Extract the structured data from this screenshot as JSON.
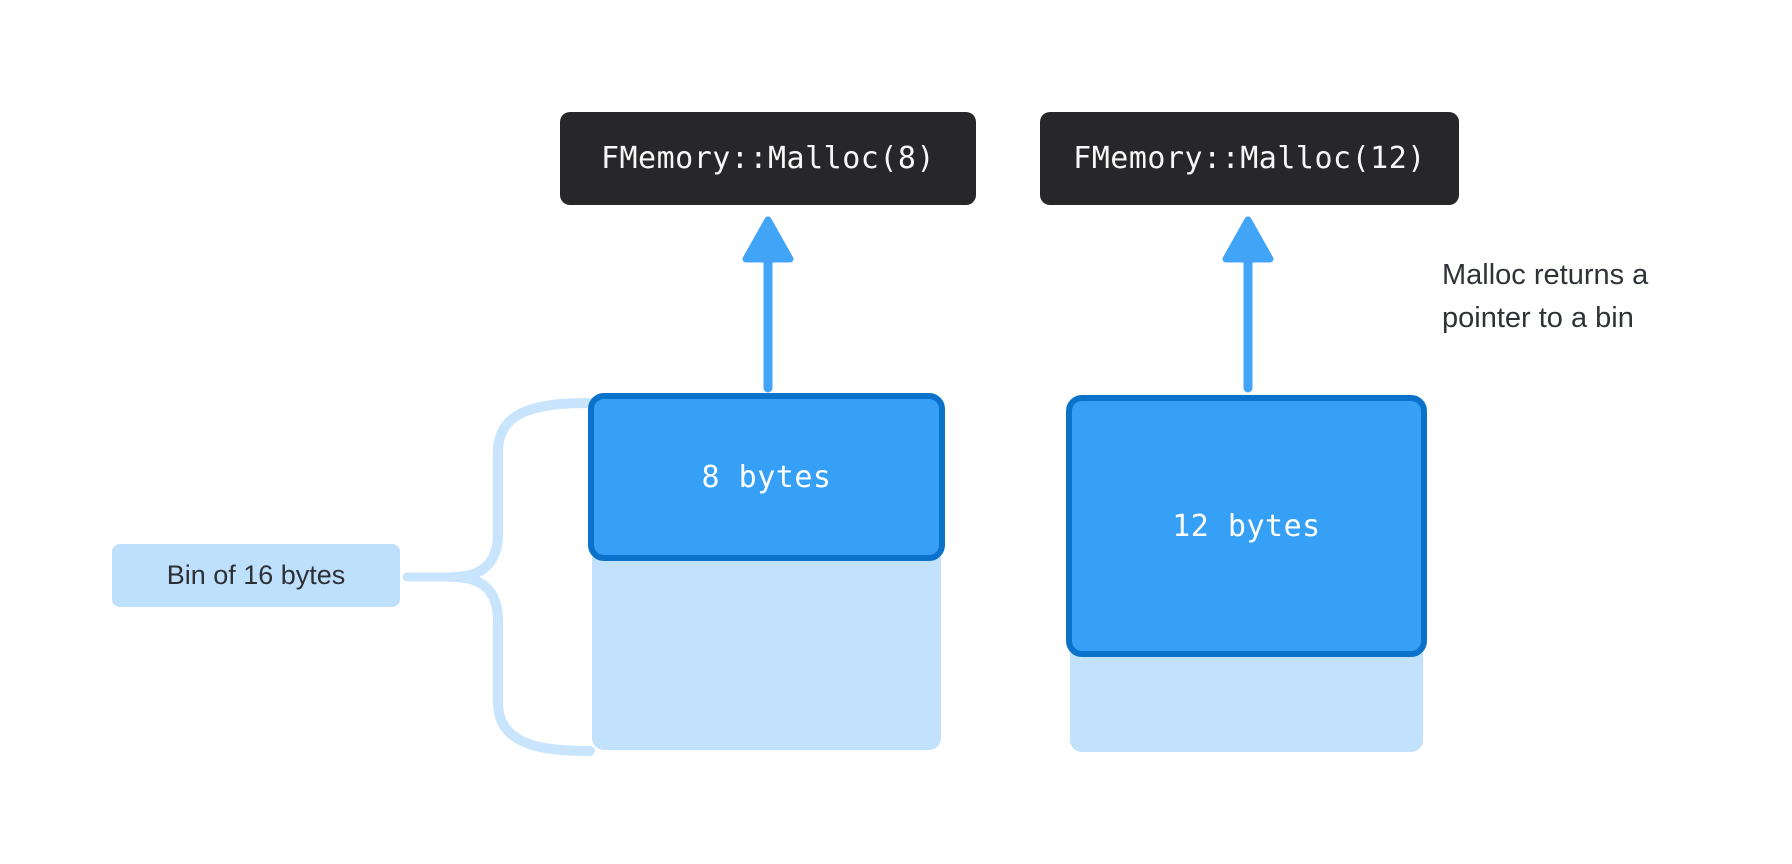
{
  "calls": [
    {
      "label": "FMemory::Malloc(8)"
    },
    {
      "label": "FMemory::Malloc(12)"
    }
  ],
  "bins": [
    {
      "allocated_label": "8 bytes",
      "allocated_bytes": 8,
      "bin_size_bytes": 16
    },
    {
      "allocated_label": "12 bytes",
      "allocated_bytes": 12,
      "bin_size_bytes": 16
    }
  ],
  "bin_label": "Bin of 16 bytes",
  "annotation": {
    "text": "Malloc returns a pointer to a bin",
    "lines": [
      "Malloc returns a",
      "pointer to a bin"
    ]
  },
  "colors": {
    "page_bg": "#ffffff",
    "code_box_bg": "#272729",
    "code_text": "#f7f7f7",
    "accent_blue_fill": "#36a0f6",
    "accent_blue_border": "#0b72cc",
    "arrow_blue": "#41a4f7",
    "free_space_light_blue": "#c2e1fc",
    "brace_light_blue": "#c9e5fd",
    "label_bg_light_blue": "#bfe0fc",
    "text_dark": "#2f3338"
  }
}
